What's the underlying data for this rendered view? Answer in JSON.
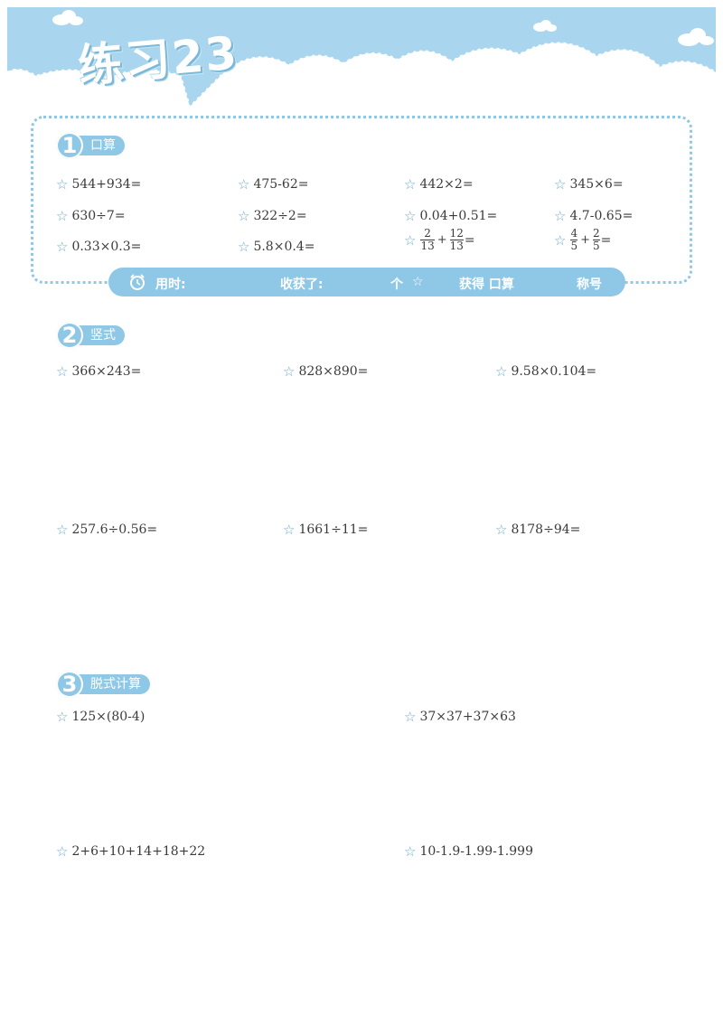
{
  "header": {
    "title": "练习23"
  },
  "section1": {
    "number": "1",
    "label": "口算",
    "rows": [
      [
        "544+934=",
        "475-62=",
        "442×2=",
        "345×6="
      ],
      [
        "630÷7=",
        "322÷2=",
        "0.04+0.51=",
        "4.7-0.65="
      ],
      [
        "0.33×0.3=",
        "5.8×0.4="
      ]
    ],
    "fractions": [
      {
        "a_num": "2",
        "a_den": "13",
        "op": "+",
        "b_num": "12",
        "b_den": "13",
        "eq": "="
      },
      {
        "a_num": "4",
        "a_den": "5",
        "op": "+",
        "b_num": "2",
        "b_den": "5",
        "eq": "="
      }
    ],
    "star": "☆"
  },
  "record_bar": {
    "time_label": "用时:",
    "harvest_label": "收获了:",
    "unit": "个",
    "star": "☆",
    "earn_label": "获得 口算",
    "title_suffix": "称号"
  },
  "section2": {
    "number": "2",
    "label": "竖式",
    "problems": [
      "366×243=",
      "828×890=",
      "9.58×0.104=",
      "257.6÷0.56=",
      "1661÷11=",
      "8178÷94="
    ]
  },
  "section3": {
    "number": "3",
    "label": "脱式计算",
    "problems": [
      "125×(80-4)",
      "37×37+37×63",
      "2+6+10+14+18+22",
      "10-1.9-1.99-1.999"
    ]
  },
  "colors": {
    "accent": "#8fc8e6",
    "header_sky": "#a9d6ee",
    "star": "#6fa9c7"
  },
  "icons": {
    "alarm": "alarm-clock-icon",
    "cloud": "cloud-icon",
    "star": "star-icon"
  }
}
